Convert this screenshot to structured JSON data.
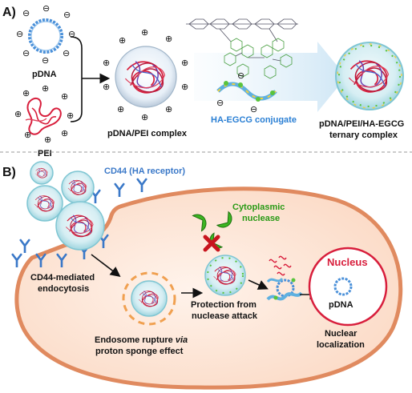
{
  "panel_a": {
    "label": "A)",
    "pdna": "pDNA",
    "pei": "PEI",
    "complex": "pDNA/PEI complex",
    "conjugate": "HA-EGCG conjugate",
    "ternary_line1": "pDNA/PEI/HA-EGCG",
    "ternary_line2": "ternary complex",
    "minus": "⊖",
    "plus": "⊕"
  },
  "panel_b": {
    "label": "B)",
    "receptor": "CD44 (HA receptor)",
    "nuclease_line1": "Cytoplasmic",
    "nuclease_line2": "nuclease",
    "nucleus": "Nucleus",
    "endocytosis_line1": "CD44-mediated",
    "endocytosis_line2": "endocytosis",
    "protection_line1": "Protection from",
    "protection_line2": "nuclease attack",
    "rupture_line1_a": "Endosome rupture ",
    "rupture_line1_b": "via",
    "rupture_line2": "proton sponge effect",
    "pdna": "pDNA",
    "localization_line1": "Nuclear",
    "localization_line2": "localization"
  },
  "colors": {
    "dna_blue": "#4a90d9",
    "pei_red": "#d81e3c",
    "conjugate_text": "#2a7fd4",
    "receptor_blue": "#3a78c8",
    "nuclease_green": "#3cb521",
    "nucleus_red": "#d81e3c",
    "cell_fill": "#fde4d6",
    "cell_stroke": "#e08a5f",
    "endosome_orange": "#f0a050"
  },
  "icons": [
    "minus-charge-icon",
    "plus-charge-icon",
    "arrow-icon",
    "x-mark-icon",
    "nuclease-icon",
    "receptor-icon"
  ]
}
